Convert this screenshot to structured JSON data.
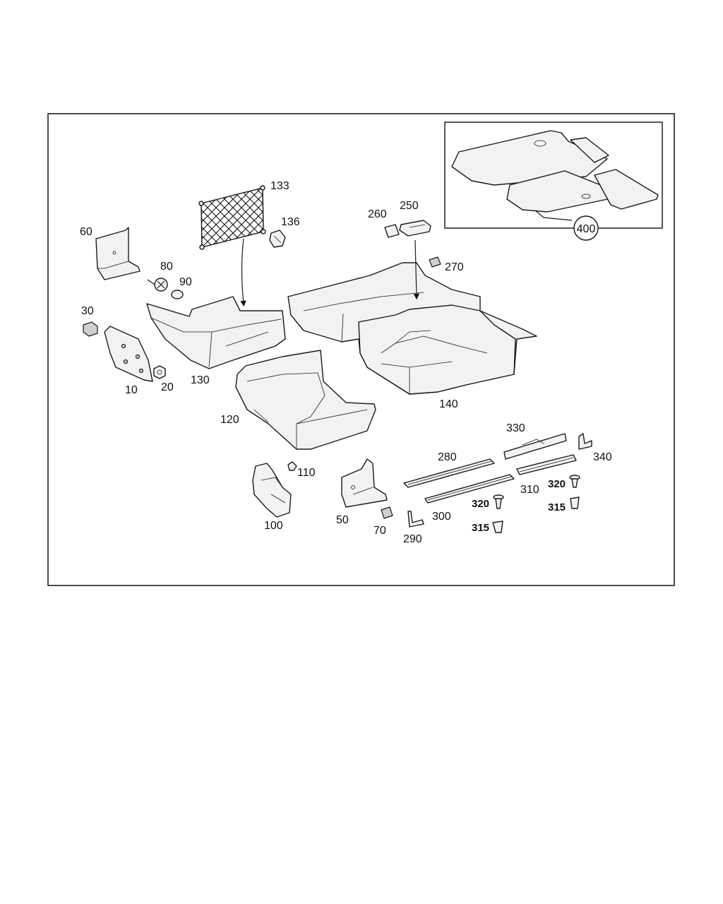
{
  "labels": {
    "l10": "10",
    "l20": "20",
    "l30": "30",
    "l50": "50",
    "l60": "60",
    "l70": "70",
    "l80": "80",
    "l90": "90",
    "l100": "100",
    "l110": "110",
    "l120": "120",
    "l130": "130",
    "l133": "133",
    "l136": "136",
    "l140": "140",
    "l250": "250",
    "l260": "260",
    "l270": "270",
    "l280": "280",
    "l290": "290",
    "l300": "300",
    "l310": "310",
    "l315a": "315",
    "l315b": "315",
    "l320a": "320",
    "l320b": "320",
    "l330": "330",
    "l340": "340",
    "l400": "400"
  }
}
